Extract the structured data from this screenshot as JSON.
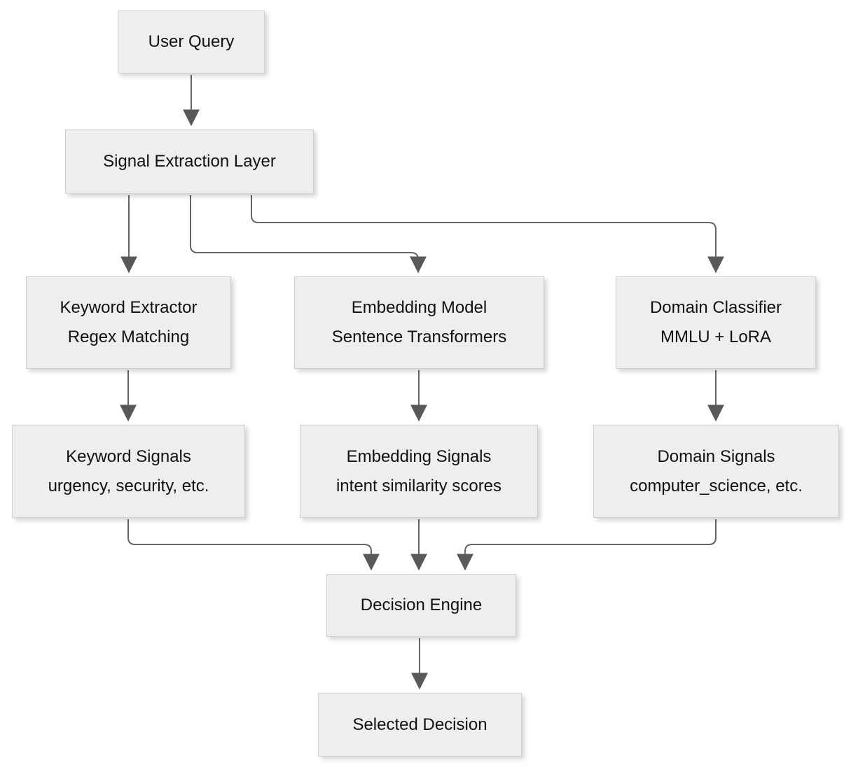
{
  "diagram": {
    "type": "flowchart",
    "direction": "top-down",
    "nodes": {
      "user_query": {
        "label": "User Query"
      },
      "signal_extraction": {
        "label": "Signal Extraction Layer"
      },
      "keyword_extractor": {
        "label": "Keyword Extractor",
        "sublabel": "Regex Matching"
      },
      "embedding_model": {
        "label": "Embedding Model",
        "sublabel": "Sentence Transformers"
      },
      "domain_classifier": {
        "label": "Domain Classifier",
        "sublabel": "MMLU + LoRA"
      },
      "keyword_signals": {
        "label": "Keyword Signals",
        "sublabel": "urgency, security, etc."
      },
      "embedding_signals": {
        "label": "Embedding Signals",
        "sublabel": "intent similarity scores"
      },
      "domain_signals": {
        "label": "Domain Signals",
        "sublabel": "computer_science, etc."
      },
      "decision_engine": {
        "label": "Decision Engine"
      },
      "selected_decision": {
        "label": "Selected Decision"
      }
    },
    "edges": [
      {
        "from": "User Query",
        "to": "Signal Extraction Layer"
      },
      {
        "from": "Signal Extraction Layer",
        "to": "Keyword Extractor"
      },
      {
        "from": "Signal Extraction Layer",
        "to": "Embedding Model"
      },
      {
        "from": "Signal Extraction Layer",
        "to": "Domain Classifier"
      },
      {
        "from": "Keyword Extractor",
        "to": "Keyword Signals"
      },
      {
        "from": "Embedding Model",
        "to": "Embedding Signals"
      },
      {
        "from": "Domain Classifier",
        "to": "Domain Signals"
      },
      {
        "from": "Keyword Signals",
        "to": "Decision Engine"
      },
      {
        "from": "Embedding Signals",
        "to": "Decision Engine"
      },
      {
        "from": "Domain Signals",
        "to": "Decision Engine"
      },
      {
        "from": "Decision Engine",
        "to": "Selected Decision"
      }
    ],
    "colors": {
      "background": "#ffffff",
      "node_fill": "#eeeeee",
      "node_border": "#cfcfcf",
      "edge_line": "#666666",
      "arrowhead": "#595959",
      "text": "#111111"
    }
  }
}
